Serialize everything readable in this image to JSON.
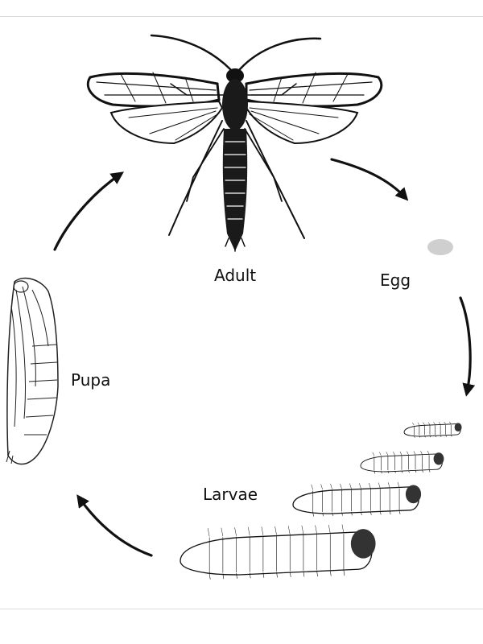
{
  "diagram": {
    "stages": {
      "adult": "Adult",
      "egg": "Egg",
      "larvae": "Larvae",
      "pupa": "Pupa"
    },
    "colors": {
      "ink": "#111111",
      "egg": "#cfcfcf",
      "larva_head": "#333333",
      "rule": "#dcdcdc"
    }
  }
}
